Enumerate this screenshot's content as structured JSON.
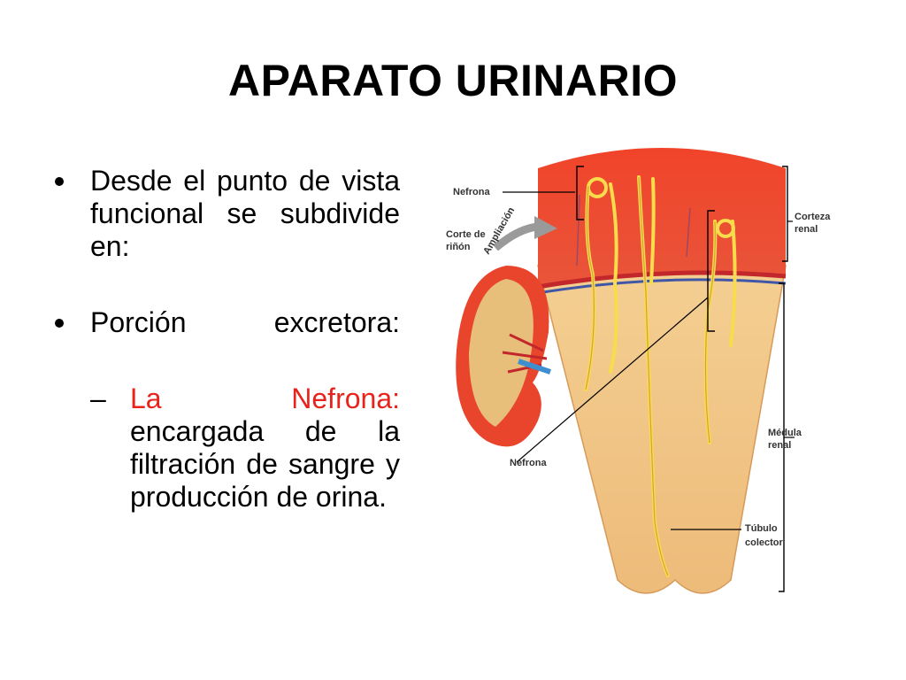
{
  "slide": {
    "title": "APARATO URINARIO",
    "bullets": [
      {
        "text": "Desde el punto de vista funcional se subdivide en:"
      },
      {
        "text": "Porción excretora:"
      }
    ],
    "sub_item": {
      "dash": "–",
      "highlight": "La Nefrona:",
      "text": "encargada de la filtración de sangre y producción de orina."
    }
  },
  "figure": {
    "labels": {
      "nefrona_top": "Nefrona",
      "corte_1": "Corte de",
      "corte_2": "riñón",
      "ampliacion": "Ampliación",
      "corteza_1": "Corteza",
      "corteza_2": "renal",
      "medula_1": "Médula",
      "medula_2": "renal",
      "nefrona_bottom": "Nefrona",
      "tubulo_1": "Túbulo",
      "tubulo_2": "colector"
    }
  },
  "colors": {
    "cortex": "#e9442c",
    "medulla": "#f2c98a",
    "highlight": "#e8231c",
    "tubule": "#f8dc4c"
  }
}
